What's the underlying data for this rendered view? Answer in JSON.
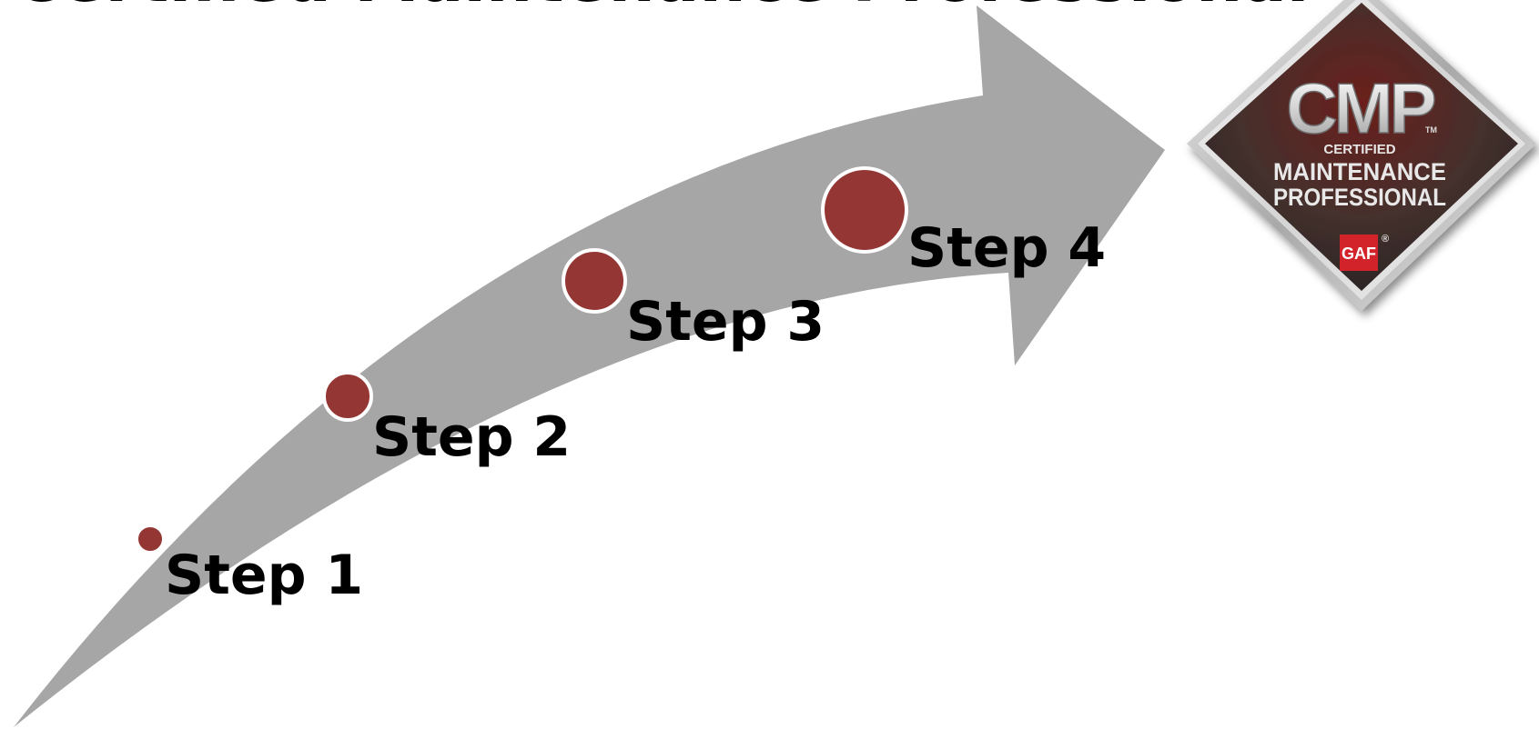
{
  "title": "Certified Maintenance Professional",
  "steps": [
    {
      "label": "Step 1"
    },
    {
      "label": "Step 2"
    },
    {
      "label": "Step 3"
    },
    {
      "label": "Step 4"
    }
  ],
  "badge": {
    "acronym": "CMP",
    "trademark": "TM",
    "certified": "CERTIFIED",
    "line1": "MAINTENANCE",
    "line2": "PROFESSIONAL",
    "brand": "GAF",
    "registered": "®"
  },
  "colors": {
    "arrow": "#a6a6a6",
    "dot": "#943634",
    "dot_ring": "#ffffff",
    "badge_dark": "#3a2a28",
    "badge_red": "#6b1f1b",
    "badge_frame": "#c9c9c9",
    "brand_red": "#d2232a"
  }
}
